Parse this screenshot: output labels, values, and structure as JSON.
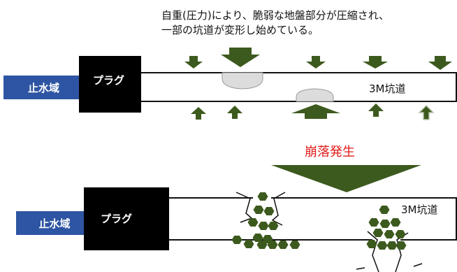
{
  "caption": {
    "line1": "自重(圧力)により、脆弱な地盤部分が圧縮され、",
    "line2": "一部の坑道が変形し始めている。"
  },
  "collapse_label": "崩落発生",
  "top_diagram": {
    "water_label": "止水域",
    "plug_label": "プラグ",
    "tunnel_label": "3M坑道"
  },
  "bottom_diagram": {
    "water_label": "止水域",
    "plug_label": "プラグ",
    "tunnel_label": "3M坑道"
  },
  "colors": {
    "arrow_green": "#3d5a1e",
    "water_blue": "#2e55a3",
    "collapse_red": "#e31b1b",
    "debris_green": "#3d5a1e",
    "bulge_gray": "#dcdcdc"
  }
}
